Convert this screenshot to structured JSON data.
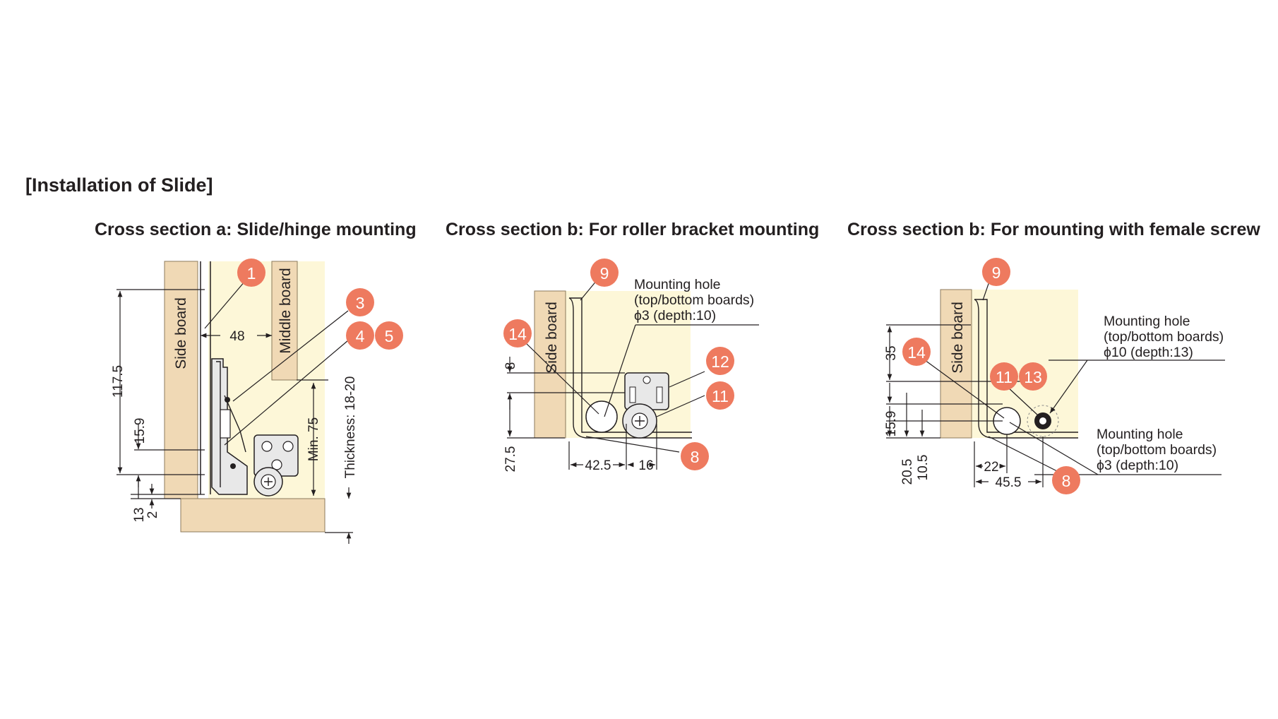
{
  "title": "[Installation of Slide]",
  "sections": [
    {
      "title": "Cross section a: Slide/hinge mounting",
      "boards": [
        "Side board",
        "Middle board"
      ],
      "dimensions": [
        "117.5",
        "48",
        "15.9",
        "13",
        "2",
        "Min. 75",
        "Thickness: 18-20"
      ],
      "callouts": [
        "1",
        "3",
        "4",
        "5"
      ]
    },
    {
      "title": "Cross section b: For roller bracket mounting",
      "boards": [
        "Side board"
      ],
      "note": [
        "Mounting hole",
        "(top/bottom boards)",
        "ϕ3 (depth:10)"
      ],
      "dimensions": [
        "8",
        "27.5",
        "42.5",
        "16"
      ],
      "callouts": [
        "9",
        "14",
        "12",
        "11",
        "8"
      ]
    },
    {
      "title": "Cross section b: For mounting with female screw",
      "boards": [
        "Side board"
      ],
      "note_upper": [
        "Mounting hole",
        "(top/bottom boards)",
        "ϕ10 (depth:13)"
      ],
      "note_lower": [
        "Mounting hole",
        "(top/bottom boards)",
        "ϕ3 (depth:10)"
      ],
      "dimensions": [
        "35",
        "15.9",
        "20.5",
        "10.5",
        "22",
        "45.5"
      ],
      "callouts": [
        "9",
        "14",
        "11",
        "13",
        "8"
      ]
    }
  ],
  "colors": {
    "board_fill": "#f0d9b5",
    "background_fill": "#fdf7d8",
    "callout_fill": "#ee7a5f",
    "line": "#231f20"
  }
}
